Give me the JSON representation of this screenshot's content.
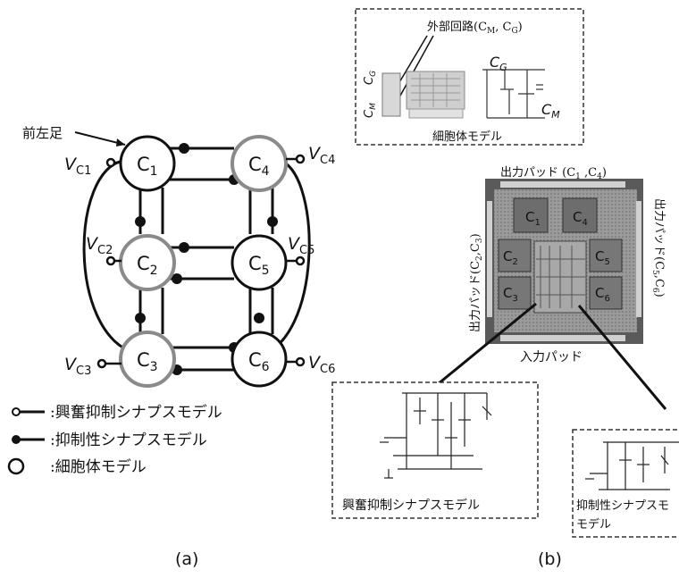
{
  "panel_a": {
    "neurons": [
      {
        "label": "C",
        "sub": "1"
      },
      {
        "label": "C",
        "sub": "2"
      },
      {
        "label": "C",
        "sub": "3"
      },
      {
        "label": "C",
        "sub": "4"
      },
      {
        "label": "C",
        "sub": "5"
      },
      {
        "label": "C",
        "sub": "6"
      }
    ],
    "voltages": [
      {
        "label": "V",
        "sub": "C1"
      },
      {
        "label": "V",
        "sub": "C2"
      },
      {
        "label": "V",
        "sub": "C3"
      },
      {
        "label": "V",
        "sub": "C4"
      },
      {
        "label": "V",
        "sub": "C5"
      },
      {
        "label": "V",
        "sub": "C6"
      }
    ],
    "front_left_leg": "前左足",
    "legend": [
      {
        "text": ":興奮抑制シナプスモデル"
      },
      {
        "text": ":抑制性シナプスモデル"
      },
      {
        "text": ":細胞体モデル"
      }
    ],
    "caption": "(a)"
  },
  "panel_b": {
    "cell_box": {
      "external_circuit": "外部回路(C",
      "external_sub1": "M",
      "external_mid": ", C",
      "external_sub2": "G",
      "external_end": ")",
      "cg_main": "C",
      "cg_sub": "G",
      "cm_main": "C",
      "cm_sub": "M",
      "left_cg_main": "C",
      "left_cg_sub": "G",
      "left_cm_main": "C",
      "left_cm_sub": "M",
      "title": "細胞体モデル"
    },
    "chip": {
      "top_pad": "出力パッド (C",
      "top_pad_sub1": "1",
      "top_pad_mid": " ,C",
      "top_pad_sub2": "4",
      "top_pad_end": ")",
      "left_pad": "出力パッド(C",
      "left_pad_sub1": "2",
      "left_pad_mid": ",C",
      "left_pad_sub2": "3",
      "left_pad_end": ")",
      "right_pad": "出力パッド(C",
      "right_pad_sub1": "5",
      "right_pad_mid": ",C",
      "right_pad_sub2": "6",
      "right_pad_end": ")",
      "bottom_pad": "入力パッド",
      "cells": [
        {
          "label": "C",
          "sub": "1"
        },
        {
          "label": "C",
          "sub": "4"
        },
        {
          "label": "C",
          "sub": "2"
        },
        {
          "label": "C",
          "sub": "5"
        },
        {
          "label": "C",
          "sub": "3"
        },
        {
          "label": "C",
          "sub": "6"
        }
      ]
    },
    "excitatory_box_title": "興奮抑制シナプスモデル",
    "inhibitory_box_title_1": "抑制性シナプスモ",
    "inhibitory_box_title_2": "モデル",
    "caption": "(b)"
  },
  "colors": {
    "ink": "#111111",
    "gray_ring": "#8a8a8a",
    "chip_dark": "#4a4a4a",
    "chip_mid": "#8c8c8c"
  }
}
